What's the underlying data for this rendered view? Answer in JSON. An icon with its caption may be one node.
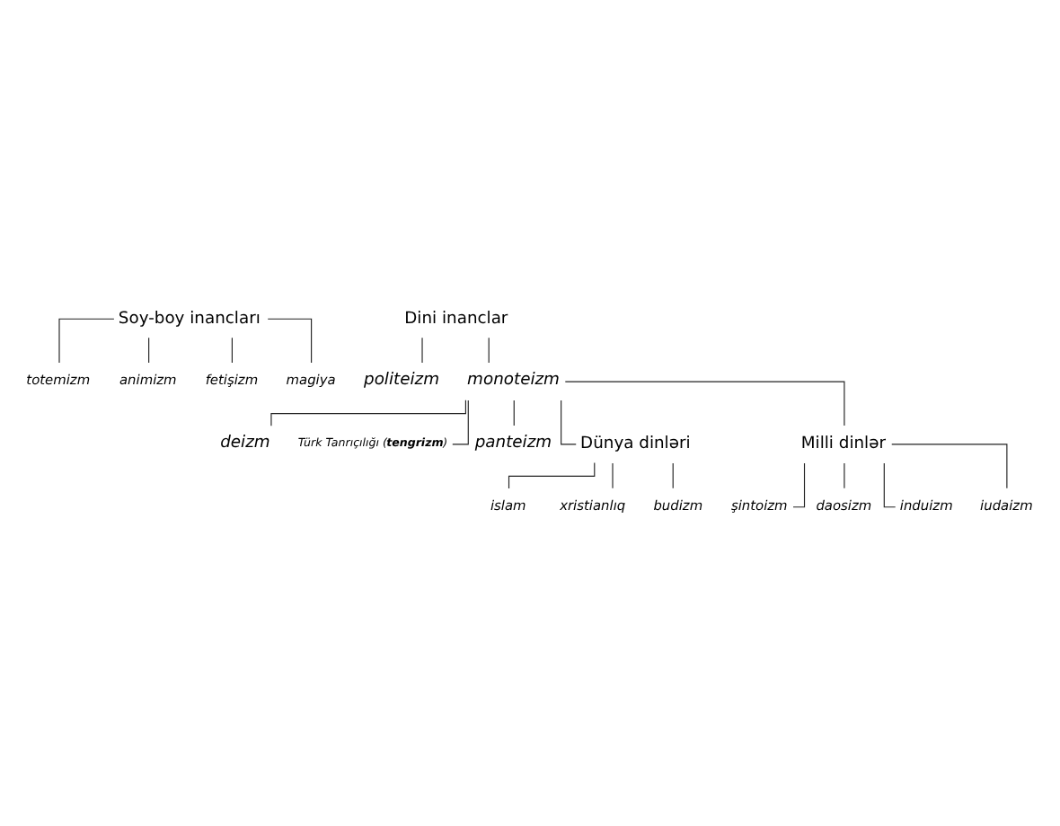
{
  "diagram": {
    "nodes": [
      {
        "text": [
          "Soy-boy inancları"
        ]
      },
      {
        "text": [
          "totemizm"
        ]
      },
      {
        "text": [
          "animizm"
        ]
      },
      {
        "text": [
          "fetişizm"
        ]
      },
      {
        "text": [
          "magiya"
        ]
      },
      {
        "text": [
          "Dini inanclar"
        ]
      },
      {
        "text": [
          "politeizm"
        ]
      },
      {
        "text": [
          "monoteizm"
        ]
      },
      {
        "text": [
          "deizm"
        ]
      },
      {
        "text": [
          "Türk Tanrıçılığı (**tengrizm**)"
        ]
      },
      {
        "text": [
          "panteizm"
        ]
      },
      {
        "text": [
          "Dünya dinləri"
        ]
      },
      {
        "text": [
          "Milli dinlər"
        ]
      },
      {
        "text": [
          "islam"
        ]
      },
      {
        "text": [
          "xristianlıq"
        ]
      },
      {
        "text": [
          "budizm"
        ]
      },
      {
        "text": [
          "şintoizm"
        ]
      },
      {
        "text": [
          "daosizm"
        ]
      },
      {
        "text": [
          "induizm"
        ]
      },
      {
        "text": [
          "iudaizm"
        ]
      }
    ],
    "edges": [
      {
        "from": 0,
        "to": 1,
        "arrow": "none"
      },
      {
        "from": 0,
        "to": 2,
        "arrow": "none"
      },
      {
        "from": 0,
        "to": 3,
        "arrow": "none"
      },
      {
        "from": 0,
        "to": 4,
        "arrow": "none"
      },
      {
        "from": 5,
        "to": 6,
        "arrow": "none"
      },
      {
        "from": 5,
        "to": 7,
        "arrow": "none"
      },
      {
        "from": 7,
        "to": 8,
        "arrow": "none"
      },
      {
        "from": 7,
        "to": 9,
        "arrow": "none"
      },
      {
        "from": 7,
        "to": 10,
        "arrow": "none"
      },
      {
        "from": 7,
        "to": 11,
        "arrow": "none"
      },
      {
        "from": 7,
        "to": 12,
        "arrow": "none"
      },
      {
        "from": 11,
        "to": 13,
        "arrow": "none"
      },
      {
        "from": 11,
        "to": 14,
        "arrow": "none"
      },
      {
        "from": 11,
        "to": 15,
        "arrow": "none"
      },
      {
        "from": 12,
        "to": 16,
        "arrow": "none"
      },
      {
        "from": 12,
        "to": 17,
        "arrow": "none"
      },
      {
        "from": 12,
        "to": 18,
        "arrow": "none"
      },
      {
        "from": 12,
        "to": 19,
        "arrow": "none"
      }
    ]
  }
}
